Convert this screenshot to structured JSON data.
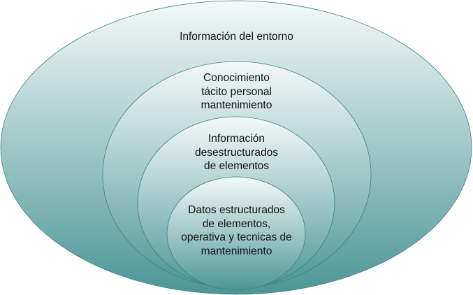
{
  "colors": {
    "top": "#f4f9f9",
    "bottom": "#4c9696",
    "stroke": "#3f7f7f"
  },
  "layers": [
    {
      "lines": [
        "Información del entorno"
      ]
    },
    {
      "lines": [
        "Conocimiento",
        "tácito personal",
        "mantenimiento"
      ]
    },
    {
      "lines": [
        "Información",
        "desestructurados",
        "de elementos"
      ]
    },
    {
      "lines": [
        "Datos estructurados",
        "de elementos,",
        "operativa y tecnicas de",
        "mantenimiento"
      ]
    }
  ]
}
